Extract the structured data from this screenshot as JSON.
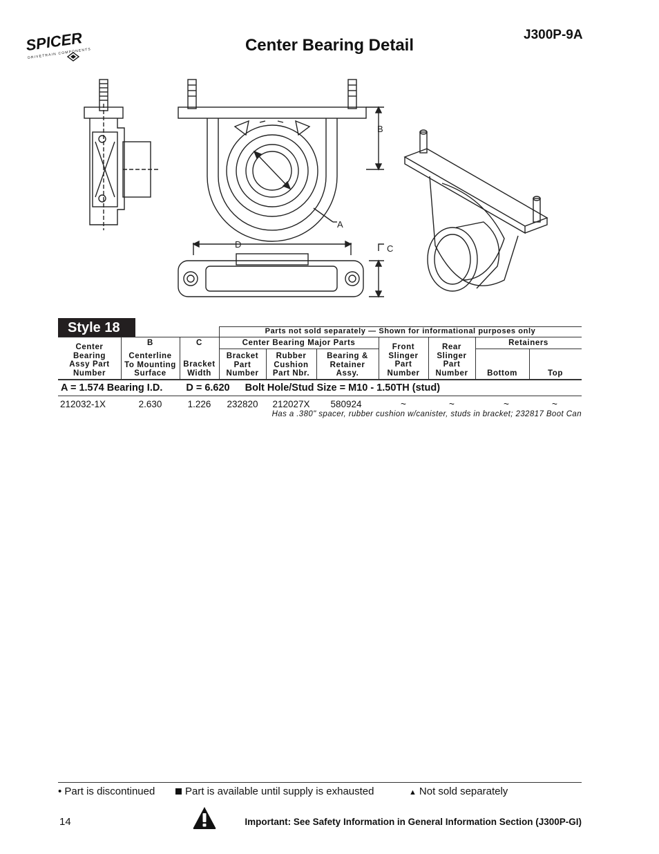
{
  "header": {
    "logo_text": "SPICER",
    "logo_sub": "DRIVETRAIN COMPONENTS",
    "title": "Center Bearing Detail",
    "doc_code": "J300P-9A"
  },
  "figure": {
    "label_a": "A",
    "label_b": "B",
    "label_c": "C",
    "label_d": "D"
  },
  "section": {
    "style_label": "Style 18"
  },
  "table": {
    "top_header": "Parts not sold separately — Shown for informational purposes only",
    "col_b_letter": "B",
    "col_c_letter": "C",
    "group_major": "Center Bearing Major Parts",
    "group_retainers": "Retainers",
    "columns": {
      "assy": "Center\nBearing\nAssy Part\nNumber",
      "centerline": "Centerline\nTo Mounting\nSurface",
      "width": "Bracket\nWidth",
      "bracket": "Bracket\nPart\nNumber",
      "cushion": "Rubber\nCushion\nPart Nbr.",
      "bearing": "Bearing &\nRetainer\nAssy.",
      "front": "Front\nSlinger\nPart\nNumber",
      "rear": "Rear\nSlinger\nPart\nNumber",
      "bottom": "Bottom",
      "top": "Top"
    },
    "spec_a": "A = 1.574 Bearing I.D.",
    "spec_d": "D = 6.620",
    "spec_bolt": "Bolt Hole/Stud Size = M10 - 1.50TH (stud)",
    "row": {
      "assy": "212032-1X",
      "centerline": "2.630",
      "width": "1.226",
      "bracket": "232820",
      "cushion": "212027X",
      "bearing": "580924",
      "front": "~",
      "rear": "~",
      "bottom": "~",
      "top": "~"
    },
    "note": "Has a .380\" spacer, rubber cushion w/canister, studs in bracket; 232817 Boot Can"
  },
  "legend": {
    "discontinued": "Part is discontinued",
    "supply": "Part is available until supply is exhausted",
    "not_sold": "Not sold separately"
  },
  "footer": {
    "page": "14",
    "important": "Important:  See Safety Information in General Information Section (J300P-GI)"
  }
}
